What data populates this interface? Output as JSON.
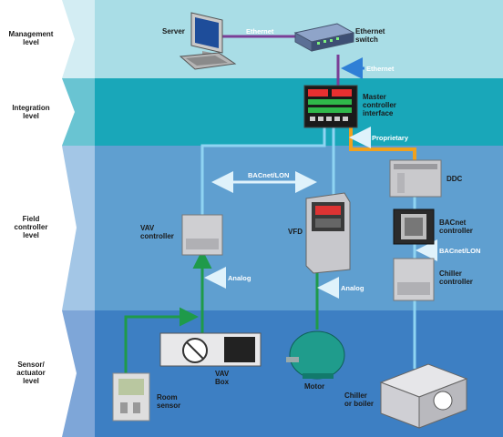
{
  "levels": {
    "management": "Management\nlevel",
    "integration": "Integration\nlevel",
    "field": "Field\ncontroller\nlevel",
    "sensor": "Sensor/\nactuator\nlevel"
  },
  "devices": {
    "server": "Server",
    "ethernet_switch": "Ethernet\nswitch",
    "master_controller": "Master\ncontroller\ninterface",
    "ddc": "DDC",
    "bacnet_controller": "BACnet\ncontroller",
    "chiller_controller": "Chiller\ncontroller",
    "vav_controller": "VAV\ncontroller",
    "vfd": "VFD",
    "vav_box": "VAV\nBox",
    "motor": "Motor",
    "room_sensor": "Room\nsensor",
    "chiller": "Chiller\nor boiler"
  },
  "links": {
    "ethernet_top": "Ethernet",
    "ethernet_down": "Ethernet",
    "proprietary": "Proprietary",
    "bacnet_lon_field": "BACnet/LON",
    "bacnet_lon_right": "BACnet/LON",
    "analog_vav": "Analog",
    "analog_vfd": "Analog"
  },
  "colors": {
    "management_band": "#a9dde6",
    "integration_band": "#19a7b9",
    "field_band": "#5f9fd0",
    "sensor_band": "#3d7fc3",
    "ethernet_line": "#7a3e96",
    "proprietary_line": "#f0a11e",
    "bacnet_line": "#8fd4f2",
    "analog_line": "#1f9a4a"
  }
}
